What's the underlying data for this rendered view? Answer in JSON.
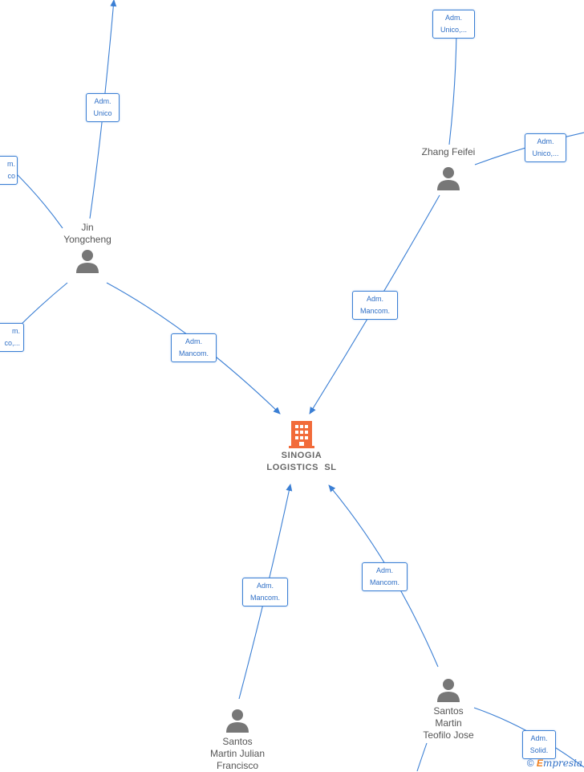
{
  "company": {
    "name_line1": "SINOGIA",
    "name_line2": "LOGISTICS  SL",
    "icon": "building-icon",
    "color": "#f26b3a"
  },
  "people": [
    {
      "id": "jin",
      "lines": [
        "Jin",
        "Yongcheng"
      ],
      "icon": "person-icon"
    },
    {
      "id": "zhang",
      "lines": [
        "Zhang Feifei"
      ],
      "icon": "person-icon"
    },
    {
      "id": "santos-julian",
      "lines": [
        "Santos",
        "Martin Julian",
        "Francisco"
      ],
      "icon": "person-icon"
    },
    {
      "id": "santos-teofilo",
      "lines": [
        "Santos",
        "Martin",
        "Teofilo Jose"
      ],
      "icon": "person-icon"
    }
  ],
  "edges": [
    {
      "id": "jin-top",
      "lines": [
        "Adm.",
        "Unico"
      ]
    },
    {
      "id": "jin-left-top",
      "lines": [
        "m.",
        "co"
      ]
    },
    {
      "id": "jin-left-bottom",
      "lines": [
        "m.",
        "co,..."
      ]
    },
    {
      "id": "jin-company",
      "lines": [
        "Adm.",
        "Mancom."
      ]
    },
    {
      "id": "zhang-top",
      "lines": [
        "Adm.",
        "Unico,..."
      ]
    },
    {
      "id": "zhang-right",
      "lines": [
        "Adm.",
        "Unico,..."
      ]
    },
    {
      "id": "zhang-company",
      "lines": [
        "Adm.",
        "Mancom."
      ]
    },
    {
      "id": "julian-company",
      "lines": [
        "Adm.",
        "Mancom."
      ]
    },
    {
      "id": "teofilo-company",
      "lines": [
        "Adm.",
        "Mancom."
      ]
    },
    {
      "id": "teofilo-right",
      "lines": [
        "Adm.",
        "Solid."
      ]
    }
  ],
  "colors": {
    "line": "#3b7fd4",
    "person": "#777777"
  },
  "brand": {
    "copyright": "©",
    "initial": "E",
    "rest": "mpresia"
  }
}
